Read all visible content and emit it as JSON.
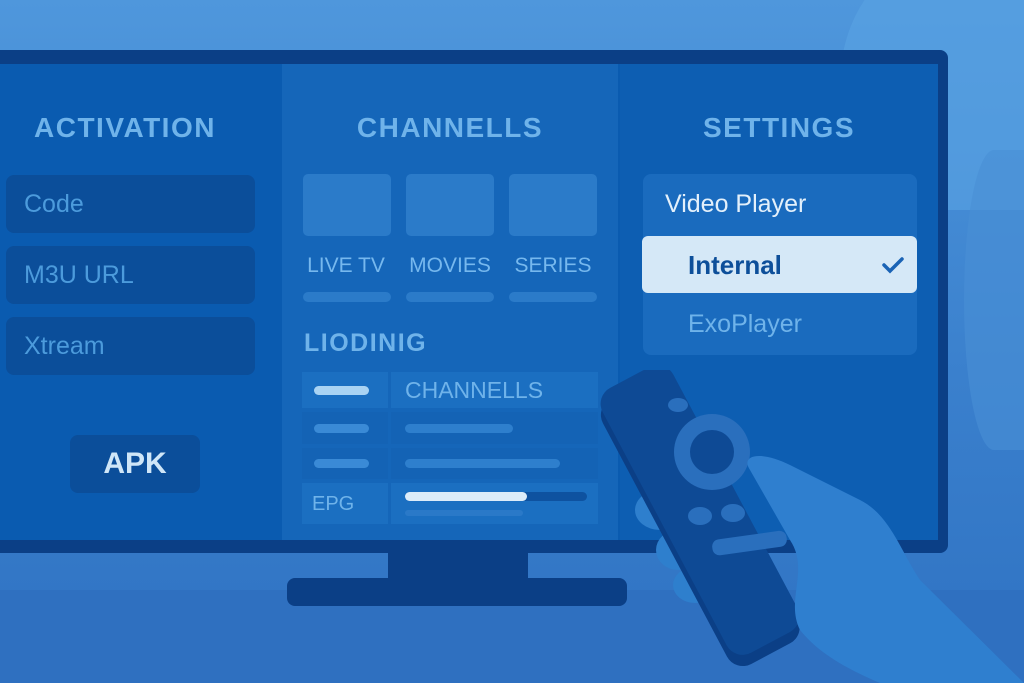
{
  "colors": {
    "background": "#4f97dc",
    "tv_frame": "#0b3f86",
    "screen": "#0a5bb0",
    "accent_text": "#6fb3ea",
    "selected_bg": "#d5e8f7",
    "selected_text": "#0d4f9a"
  },
  "activation": {
    "title": "ACTIVATION",
    "fields": [
      "Code",
      "M3U URL",
      "Xtream"
    ],
    "apk_label": "APK"
  },
  "channels": {
    "title": "CHANNELLS",
    "tiles": [
      "LIVE TV",
      "MOVIES",
      "SERIES"
    ],
    "loading": {
      "title": "LIODINIG",
      "rows": [
        {
          "label": "",
          "value": "CHANNELLS"
        },
        {
          "label": "",
          "value": ""
        },
        {
          "label": "",
          "value": ""
        },
        {
          "label": "EPG",
          "value": "",
          "progress": 0.67
        }
      ]
    }
  },
  "settings": {
    "title": "SETTINGS",
    "group_label": "Video Player",
    "options": [
      {
        "label": "Internal",
        "selected": true,
        "icon": "check-icon"
      },
      {
        "label": "ExoPlayer",
        "selected": false
      }
    ]
  }
}
